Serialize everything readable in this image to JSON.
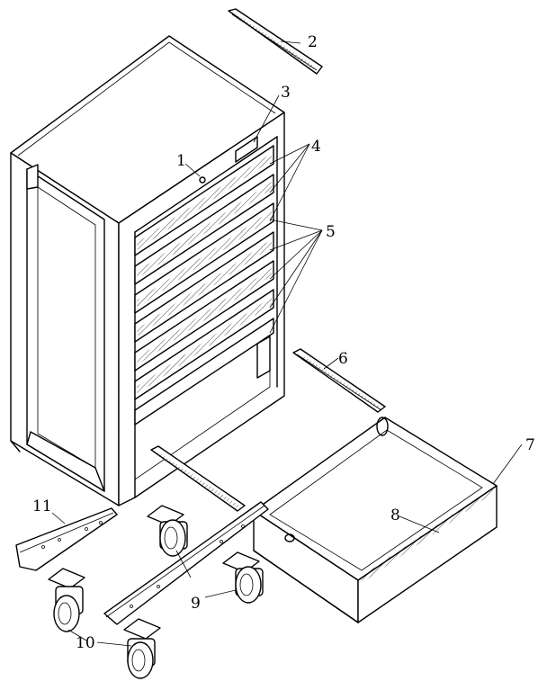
{
  "diagram": {
    "type": "exploded parts view",
    "callouts": [
      {
        "id": "c1",
        "label": "1"
      },
      {
        "id": "c2",
        "label": "2"
      },
      {
        "id": "c3",
        "label": "3"
      },
      {
        "id": "c4",
        "label": "4"
      },
      {
        "id": "c5",
        "label": "5"
      },
      {
        "id": "c6",
        "label": "6"
      },
      {
        "id": "c7",
        "label": "7"
      },
      {
        "id": "c8",
        "label": "8"
      },
      {
        "id": "c9",
        "label": "9"
      },
      {
        "id": "c10",
        "label": "10"
      },
      {
        "id": "c11",
        "label": "11"
      }
    ]
  }
}
